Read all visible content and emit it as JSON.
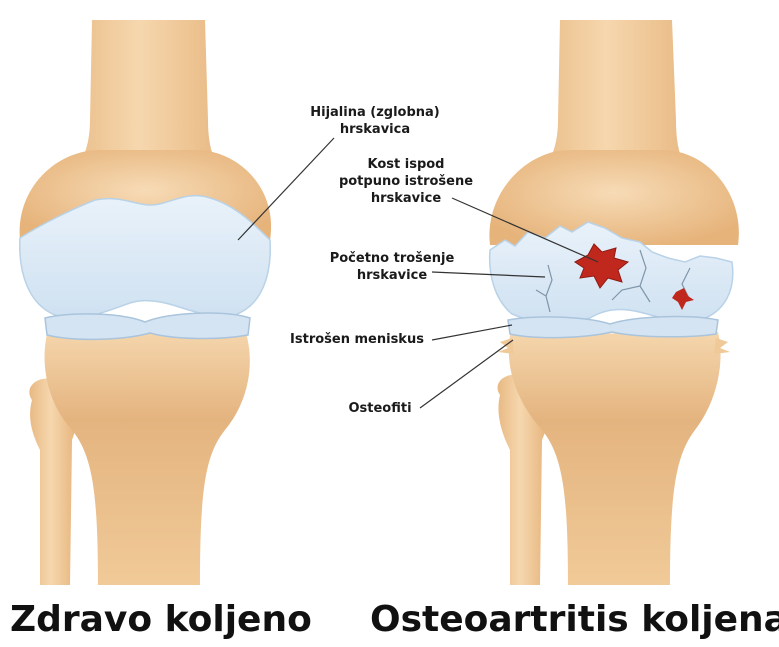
{
  "labels": {
    "hyaline_cartilage": [
      "Hijalina (zglobna)",
      "hrskavica"
    ],
    "exposed_bone": [
      "Kost ispod",
      "potpuno istrošene",
      "hrskavice"
    ],
    "early_wear": [
      "Početno trošenje",
      "hrskavice"
    ],
    "worn_meniscus": "Istrošen meniskus",
    "osteophytes": "Osteofiti"
  },
  "titles": {
    "healthy": "Zdravo koljeno",
    "arthritic": "Osteoartritis koljena"
  },
  "colors": {
    "bone": "#f3d2a6",
    "bone_shadow": "#e2b47e",
    "cartilage": "#dbe9f5",
    "cartilage_edge": "#b7d0e6",
    "lesion": "#c0281e",
    "leader": "#333333"
  }
}
